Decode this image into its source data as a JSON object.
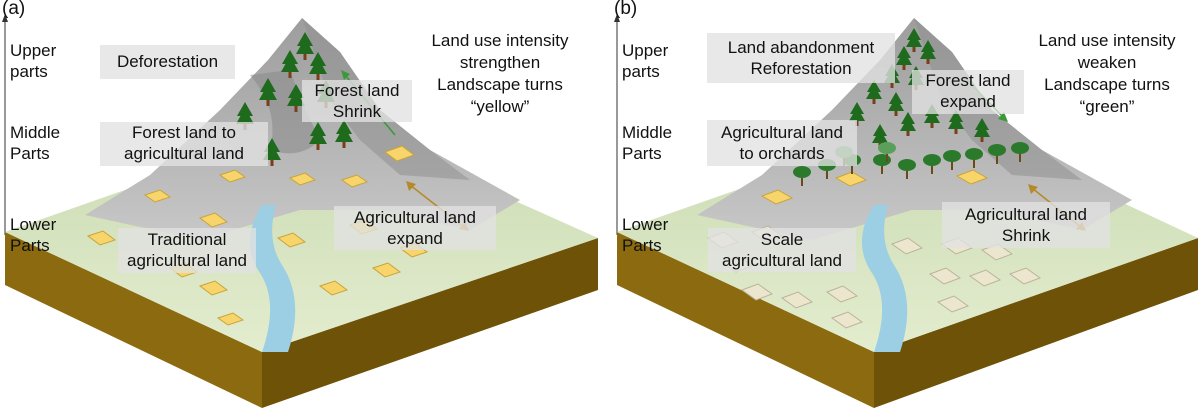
{
  "panels": [
    {
      "id": "a",
      "tag": "(a)",
      "zones": [
        "Upper\nparts",
        "Middle\nParts",
        "Lower\nParts"
      ],
      "notes": {
        "upper": "Deforestation",
        "middle": "Forest land  to\nagricultural land",
        "lower": "Traditional\nagricultural land",
        "forest": "Forest land\nShrink",
        "agri": "Agricultural land\nexpand",
        "summary": "Land use intensity\nstrengthen\nLandscape turns\n“yellow”"
      }
    },
    {
      "id": "b",
      "tag": "(b)",
      "zones": [
        "Upper\nparts",
        "Middle\nParts",
        "Lower\nParts"
      ],
      "notes": {
        "upper": "Land abandonment\nReforestation",
        "middle": "Agricultural land\nto orchards",
        "lower": "Scale\nagricultural land",
        "forest": "Forest land\nexpand",
        "agri": "Agricultural land\nShrink",
        "summary": "Land use intensity\nweaken\nLandscape turns\n“green”"
      }
    }
  ],
  "colors": {
    "mountain": "#b4b4b4",
    "shadow": "#8a8a8a",
    "plain": "#d8e6c2",
    "soil": "#8c6a10",
    "river": "#9ccfe3",
    "field_yellow": "#f7d56b",
    "field_pale": "#ece6cf",
    "tree": "#1e6b1e",
    "orchard": "#2b7a2b",
    "forest_arrow": "#3a9a3a",
    "agri_arrow": "#b58a2a"
  }
}
